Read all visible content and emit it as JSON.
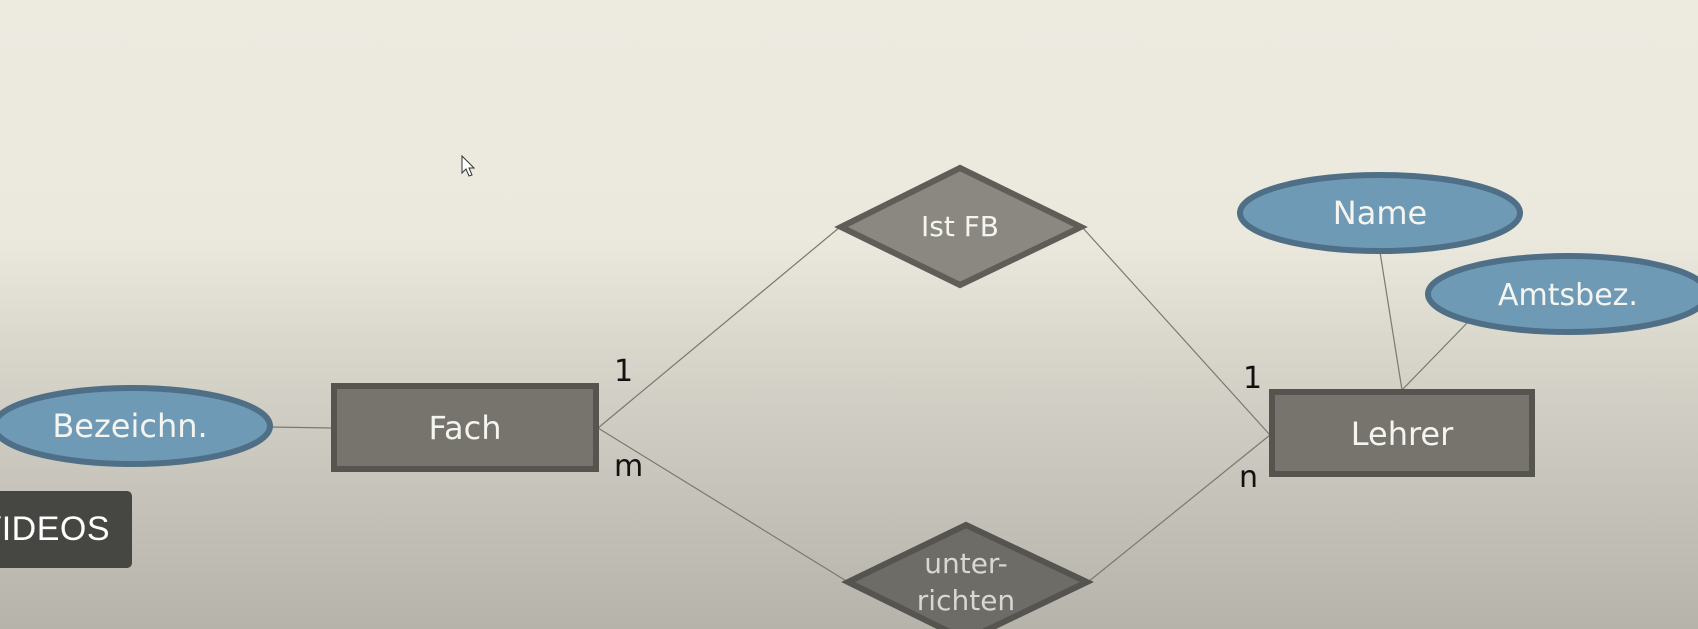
{
  "entities": {
    "fach": "Fach",
    "lehrer": "Lehrer"
  },
  "relationships": {
    "ist_fb": "Ist FB",
    "unterrichten_line1": "unter-",
    "unterrichten_line2": "richten"
  },
  "attributes": {
    "bezeichn": "Bezeichn.",
    "name": "Name",
    "amtsbez": "Amtsbez."
  },
  "cardinalities": {
    "fach_istfb": "1",
    "lehrer_istfb": "1",
    "fach_unterrichten": "m",
    "lehrer_unterrichten": "n"
  },
  "overlay": {
    "videos_label": "VIDEOS"
  },
  "colors": {
    "entity_fill": "#76746c",
    "entity_border": "#55544f",
    "relationship_fill": "#8a8880",
    "attribute_fill": "#6e9ab6",
    "attribute_border": "#4f6f86",
    "line": "#7a7870"
  },
  "icons": [
    "mouse-cursor-icon"
  ]
}
